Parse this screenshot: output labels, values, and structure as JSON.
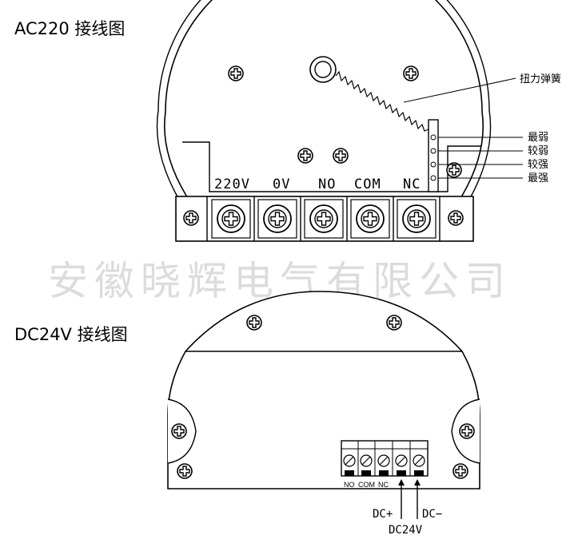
{
  "ac_section": {
    "title": "AC220 接线图",
    "terminals": [
      "220V",
      "0V",
      "NO",
      "COM",
      "NC"
    ],
    "spring_label": "扭力弹簧",
    "strength_labels": [
      "最弱",
      "较弱",
      "较强",
      "最强"
    ]
  },
  "watermark": "安徽晓辉电气有限公司",
  "dc_section": {
    "title": "DC24V 接线图",
    "terminal_labels": [
      "NO",
      "COM",
      "NC"
    ],
    "plus_label": "DC+",
    "minus_label": "DC−",
    "voltage_label": "DC24V"
  }
}
